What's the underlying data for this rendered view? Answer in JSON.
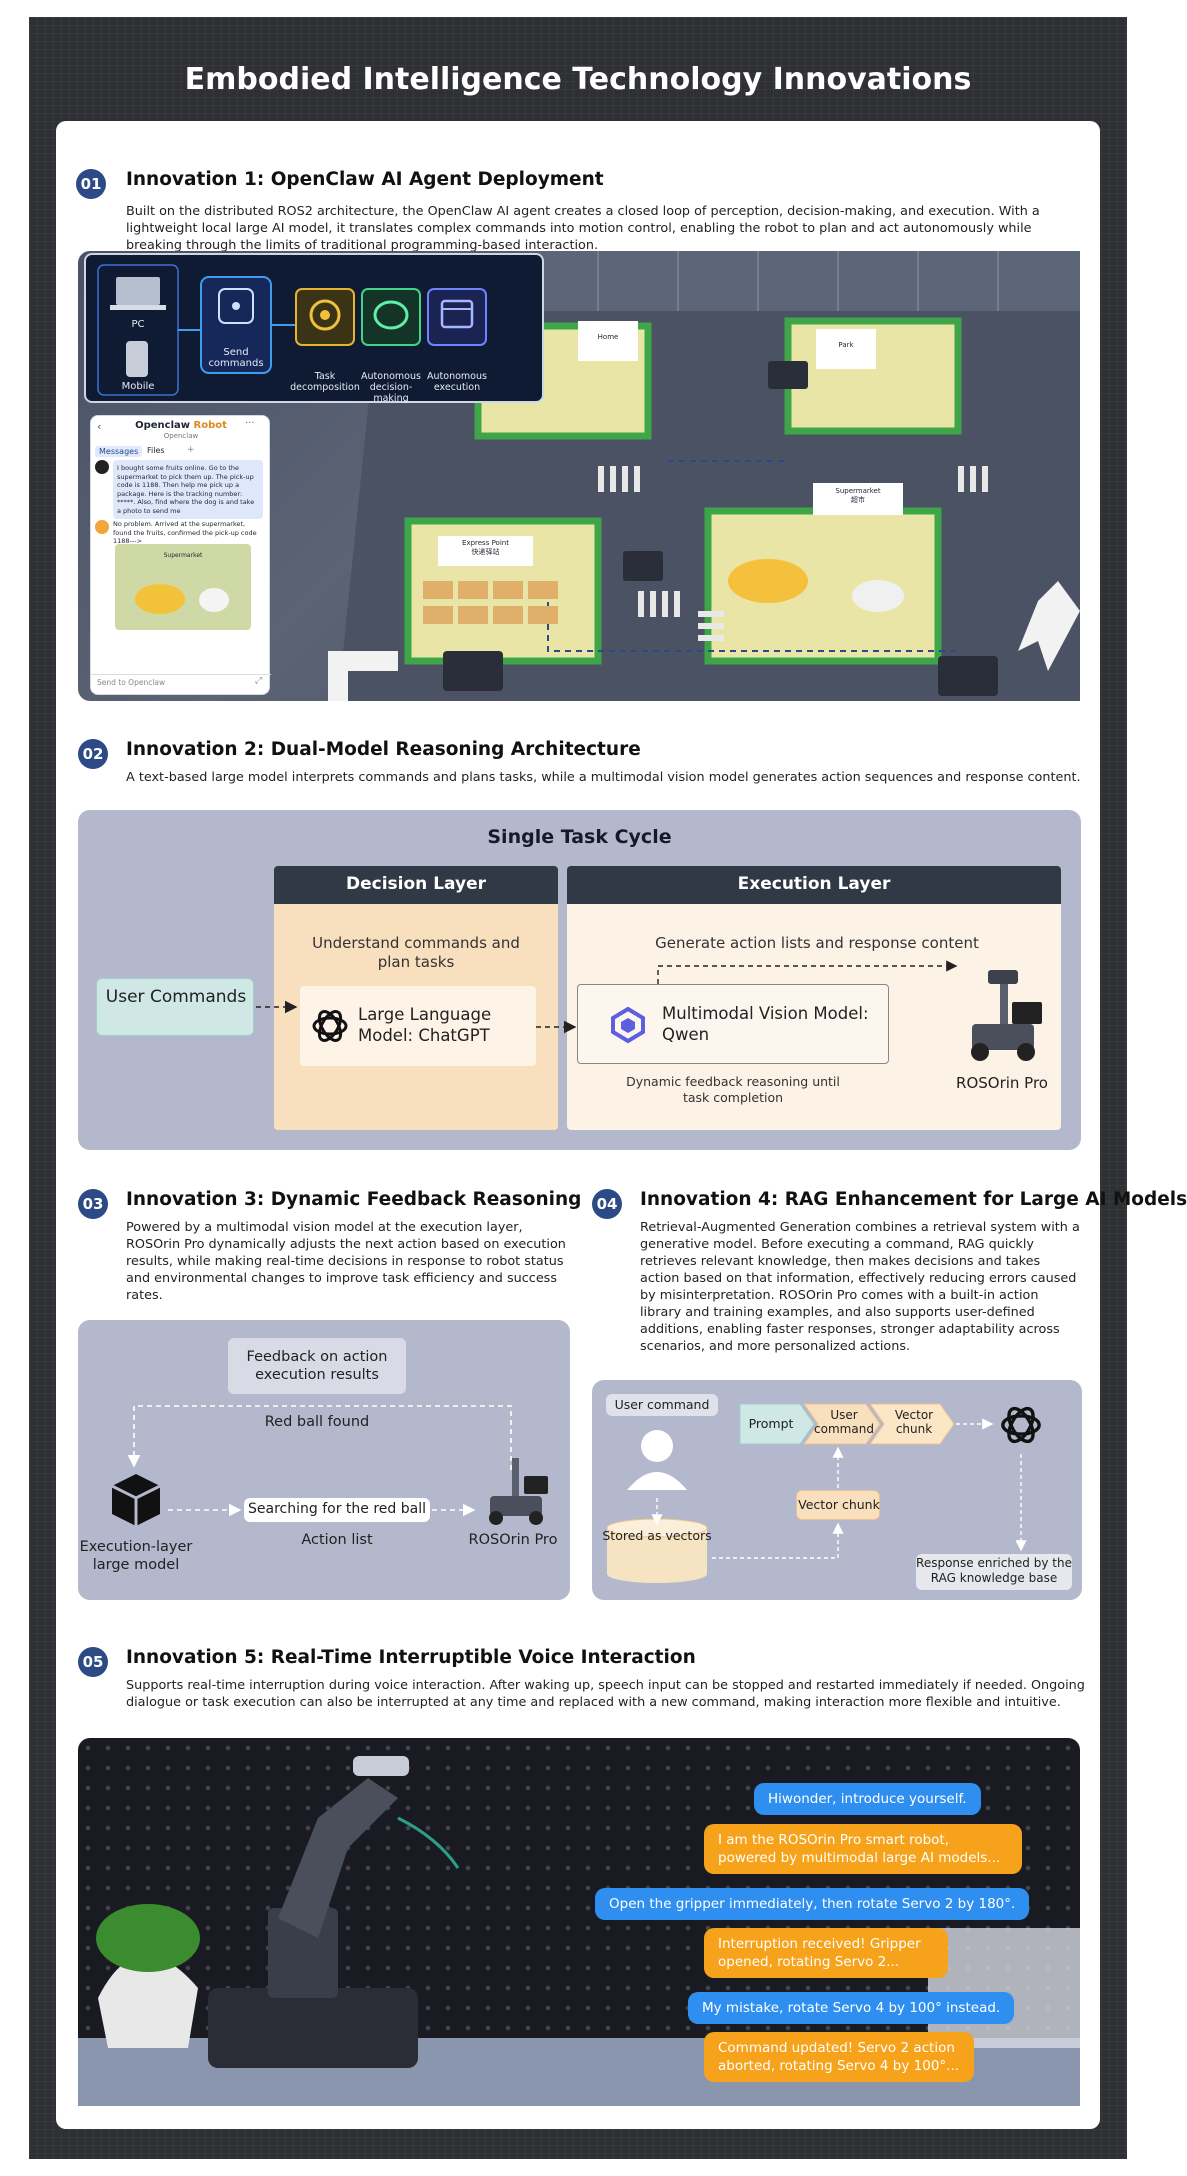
{
  "header": {
    "title": "Embodied Intelligence Technology Innovations"
  },
  "sec1": {
    "number": "01",
    "title": "Innovation 1: OpenClaw AI Agent Deployment",
    "desc": "Built on the distributed ROS2 architecture, the OpenClaw AI agent creates a closed loop of perception, decision-making, and execution. With a lightweight local large AI model, it translates complex commands into motion control, enabling the robot to plan and act autonomously while breaking through the limits of traditional programming-based interaction.",
    "panel": {
      "pc": "PC",
      "mobile": "Mobile",
      "send": "Send commands",
      "task": "Task decomposition",
      "decision": "Autonomous decision-making",
      "exec": "Autonomous execution"
    },
    "chat": {
      "title": "Openclaw",
      "robot_tag": "Robot",
      "subtitle": "Openclaw",
      "tab_messages": "Messages",
      "tab_files": "Files",
      "tab_add": "+",
      "msg1": "I bought some fruits online. Go to the supermarket to pick them up. The pick-up code is 1188. Then help me pick up a package. Here is the tracking number: *****. Also, find where the dog is and take a photo to send me",
      "msg2": "No problem. Arrived at the supermarket, found the fruits, confirmed the pick-up code 1188--->",
      "photo_label": "Supermarket",
      "input_placeholder": "Send to Openclaw"
    },
    "scene": {
      "express": "Express Point",
      "express_sub": "快递驿站",
      "supermarket": "Supermarket",
      "supermarket_sub": "超市",
      "home": "Home",
      "park": "Park"
    }
  },
  "sec2": {
    "number": "02",
    "title": "Innovation 2: Dual-Model Reasoning Architecture",
    "desc": "A text-based large model interprets commands and plans tasks, while a multimodal vision model generates action sequences and response content.",
    "diagram": {
      "title": "Single Task Cycle",
      "decision_header": "Decision Layer",
      "execution_header": "Execution Layer",
      "user_commands": "User Commands",
      "understand": "Understand commands and plan tasks",
      "llm": "Large Language Model: ChatGPT",
      "generate": "Generate action lists and response content",
      "mvm": "Multimodal Vision Model: Qwen",
      "feedback": "Dynamic feedback reasoning until task completion",
      "robot": "ROSOrin Pro"
    }
  },
  "sec3": {
    "number": "03",
    "title": "Innovation 3: Dynamic Feedback Reasoning",
    "desc": "Powered by a multimodal vision model at the execution layer, ROSOrin Pro dynamically adjusts the next action based on execution results, while making real-time decisions in response to robot status and environmental changes to improve task efficiency and success rates.",
    "diagram": {
      "feedback_box": "Feedback on action execution results",
      "red_ball_found": "Red ball found",
      "searching": "Searching for the red ball",
      "action_list": "Action list",
      "exec_model": "Execution-layer large model",
      "robot": "ROSOrin Pro"
    }
  },
  "sec4": {
    "number": "04",
    "title": "Innovation 4: RAG Enhancement for Large AI Models",
    "desc": "Retrieval-Augmented Generation combines a retrieval system with a generative model. Before executing a command, RAG quickly retrieves relevant knowledge, then makes decisions and takes action based on that information, effectively reducing errors caused by misinterpretation. ROSOrin Pro comes with a built-in action library and training examples, and also supports user-defined additions, enabling faster responses, stronger adaptability across scenarios, and more personalized actions.",
    "diagram": {
      "user_command": "User command",
      "prompt": "Prompt",
      "user_command2": "User command",
      "vector_chunk": "Vector chunk",
      "vector_chunk2": "Vector chunk",
      "stored": "Stored as vectors",
      "response": "Response enriched by the RAG knowledge base"
    }
  },
  "sec5": {
    "number": "05",
    "title": "Innovation 5: Real-Time Interruptible Voice Interaction",
    "desc": "Supports real-time interruption during voice interaction. After waking up, speech input can be stopped and restarted immediately if needed. Ongoing dialogue or task execution can also be interrupted at any time and replaced with a new command, making interaction more flexible and intuitive.",
    "bubbles": [
      "Hiwonder, introduce yourself.",
      "I am the ROSOrin Pro smart robot, powered by multimodal large AI models...",
      "Open the gripper immediately, then rotate Servo 2 by 180°.",
      "Interruption received! Gripper opened, rotating Servo 2...",
      "My mistake, rotate Servo 4 by 100° instead.",
      "Command updated! Servo 2 action aborted, rotating Servo 4 by 100°..."
    ]
  },
  "colors": {
    "badge": "#2c4a86",
    "diagram_bg": "#b3b8cc",
    "voice_blue": "#2f8ff0",
    "voice_orange": "#f6a21a",
    "decision_bg": "#f8dfbd",
    "execution_bg": "#fdf2e6"
  },
  "icons": [
    "laptop-icon",
    "phone-icon",
    "antenna-icon",
    "gear-icon",
    "brain-icon",
    "code-window-icon",
    "openai-icon",
    "qwen-icon",
    "cube-icon",
    "person-icon",
    "database-icon",
    "wave-icon"
  ]
}
